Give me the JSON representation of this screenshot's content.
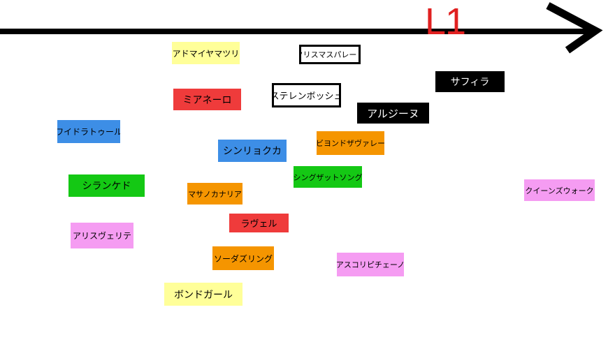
{
  "axis": {
    "label": "L1",
    "label_color": "#e02020",
    "line_color": "#000000"
  },
  "colors": {
    "yellow": "#ffff99",
    "red": "#ef3b3b",
    "blue": "#3d8ee6",
    "orange": "#f59500",
    "green": "#14c814",
    "pink": "#f59cf2",
    "black": "#000000",
    "white": "#ffffff"
  },
  "items": [
    {
      "id": "admaiyamatsuri",
      "label": "アドマイヤマツリ",
      "color": "yellow"
    },
    {
      "id": "christmas-parade",
      "label": "クリスマスパレード",
      "color": "white",
      "outlined": true
    },
    {
      "id": "sapphira",
      "label": "サフィラ",
      "color": "black"
    },
    {
      "id": "mianero",
      "label": "ミアネーロ",
      "color": "red"
    },
    {
      "id": "stellenbosch",
      "label": "ステレンボッシュ",
      "color": "white",
      "outlined": true
    },
    {
      "id": "algiene",
      "label": "アルジーヌ",
      "color": "black"
    },
    {
      "id": "waidoratouru",
      "label": "ワイドラトゥール",
      "color": "blue"
    },
    {
      "id": "beyond-the-valley",
      "label": "ビヨンドザヴァレー",
      "color": "orange"
    },
    {
      "id": "shinryokuka",
      "label": "シンリョクカ",
      "color": "blue"
    },
    {
      "id": "sing-that-song",
      "label": "シングザットソング",
      "color": "green"
    },
    {
      "id": "shirankedo",
      "label": "シランケド",
      "color": "green"
    },
    {
      "id": "masanokanaria",
      "label": "マサノカナリア",
      "color": "orange"
    },
    {
      "id": "queens-walk",
      "label": "クイーンズウォーク",
      "color": "pink"
    },
    {
      "id": "ravel",
      "label": "ラヴェル",
      "color": "red"
    },
    {
      "id": "aris-verite",
      "label": "アリスヴェリテ",
      "color": "pink"
    },
    {
      "id": "soda-sling",
      "label": "ソーダズリング",
      "color": "orange"
    },
    {
      "id": "ascoli-piceno",
      "label": "アスコリピチェーノ",
      "color": "pink"
    },
    {
      "id": "bond-girl",
      "label": "ボンドガール",
      "color": "yellow"
    }
  ]
}
